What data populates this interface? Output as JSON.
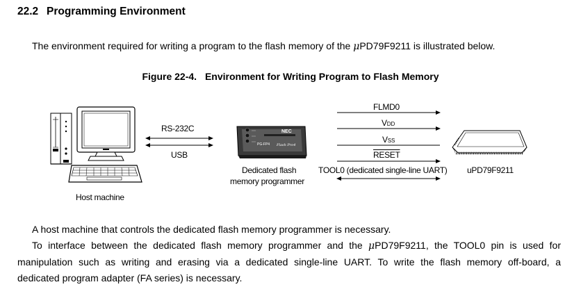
{
  "section": {
    "number": "22.2",
    "title": "Programming Environment"
  },
  "intro": {
    "before": "The environment required for writing a program to the flash memory of the ",
    "mu": "μ",
    "after": "PD79F9211 is illustrated below."
  },
  "figure": {
    "number": "Figure 22-4.",
    "title": "Environment for Writing Program to Flash Memory",
    "host_label": "Host machine",
    "rs232c": "RS-232C",
    "usb": "USB",
    "programmer_label_line1": "Dedicated flash",
    "programmer_label_line2": "memory programmer",
    "programmer_brand": "NEC",
    "programmer_model": "PG-FP4",
    "programmer_logo": "Flash Pro4",
    "signal_flmd0": "FLMD0",
    "signal_vdd_main": "V",
    "signal_vdd_sub": "DD",
    "signal_vss_main": "V",
    "signal_vss_sub": "SS",
    "signal_reset": "RESET",
    "signal_tool0": "TOOL0 (dedicated single-line UART)",
    "chip_label": "uPD79F9211"
  },
  "paragraph2": "A host machine that controls the dedicated flash memory programmer is necessary.",
  "paragraph3": {
    "line1_before": "To interface between the dedicated flash memory programmer and the ",
    "mu": "μ",
    "line1_after": "PD79F9211, the TOOL0 pin is used for",
    "line2": "manipulation such as writing and erasing via a dedicated single-line UART.  To write the flash memory off-board, a",
    "line3": "dedicated program adapter (FA series) is necessary."
  }
}
